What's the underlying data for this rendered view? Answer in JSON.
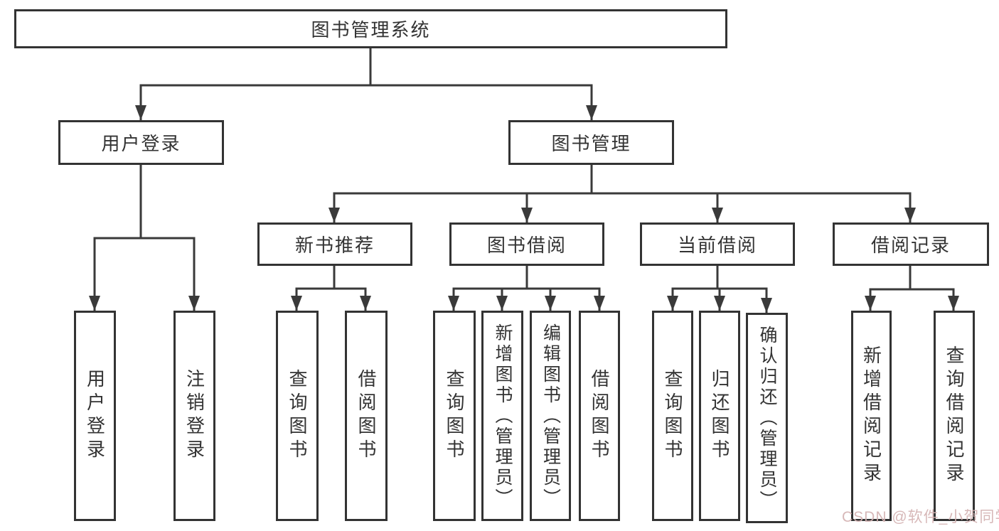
{
  "tree": {
    "root": {
      "label": "图书管理系统"
    },
    "user_login": {
      "label": "用户登录",
      "children": {
        "login": {
          "label": "用户登录"
        },
        "logout": {
          "label": "注销登录"
        }
      }
    },
    "book_mgmt": {
      "label": "图书管理",
      "children": {
        "new_book_rec": {
          "label": "新书推荐",
          "children": {
            "query_books": {
              "label": "查询图书"
            },
            "borrow_books": {
              "label": "借阅图书"
            }
          }
        },
        "book_borrow": {
          "label": "图书借阅",
          "children": {
            "query_books": {
              "label": "查询图书"
            },
            "add_books": {
              "label": "新增图书（管理员）"
            },
            "edit_books": {
              "label": "编辑图书（管理员）"
            },
            "borrow_books": {
              "label": "借阅图书"
            }
          }
        },
        "current_borrow": {
          "label": "当前借阅",
          "children": {
            "query_books": {
              "label": "查询图书"
            },
            "return_books": {
              "label": "归还图书"
            },
            "confirm_return": {
              "label": "确认归还（管理员）"
            }
          }
        },
        "borrow_records": {
          "label": "借阅记录",
          "children": {
            "add_record": {
              "label": "新增借阅记录"
            },
            "query_record": {
              "label": "查询借阅记录"
            }
          }
        }
      }
    }
  },
  "watermark": {
    "text": "CSDN @软件_小贺同学",
    "color": "#d4b2b2"
  },
  "colors": {
    "line": "#3a3a3a",
    "box_border": "#333333",
    "text": "#333333",
    "background": "#ffffff"
  }
}
